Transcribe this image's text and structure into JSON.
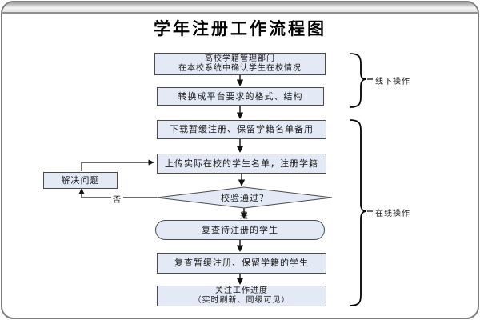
{
  "window": {
    "title": "学年注册工作流程图"
  },
  "flow": {
    "steps": {
      "step1_line1": "高校学籍管理部门",
      "step1_line2": "在本校系统中确认学生在校情况",
      "step2": "转换成平台要求的格式、结构",
      "step3": "下载暂缓注册、保留学籍名单备用",
      "step4": "上传实际在校的学生名单，注册学籍",
      "decision": "校验通过？",
      "yes_label": "是",
      "no_label": "否",
      "solve": "解决问题",
      "review_pending": "复查待注册的学生",
      "review_deferred": "复查暂缓注册、保留学籍的学生",
      "progress_line1": "关注工作进度",
      "progress_line2": "（实时刷新、同级可见）"
    },
    "groups": {
      "offline": "线下操作",
      "online": "在线操作"
    }
  },
  "colors": {
    "node_fill": "#e3eaf5",
    "node_border": "#4a4a4a",
    "connector": "#111111",
    "window_border": "#7d7d7d"
  }
}
